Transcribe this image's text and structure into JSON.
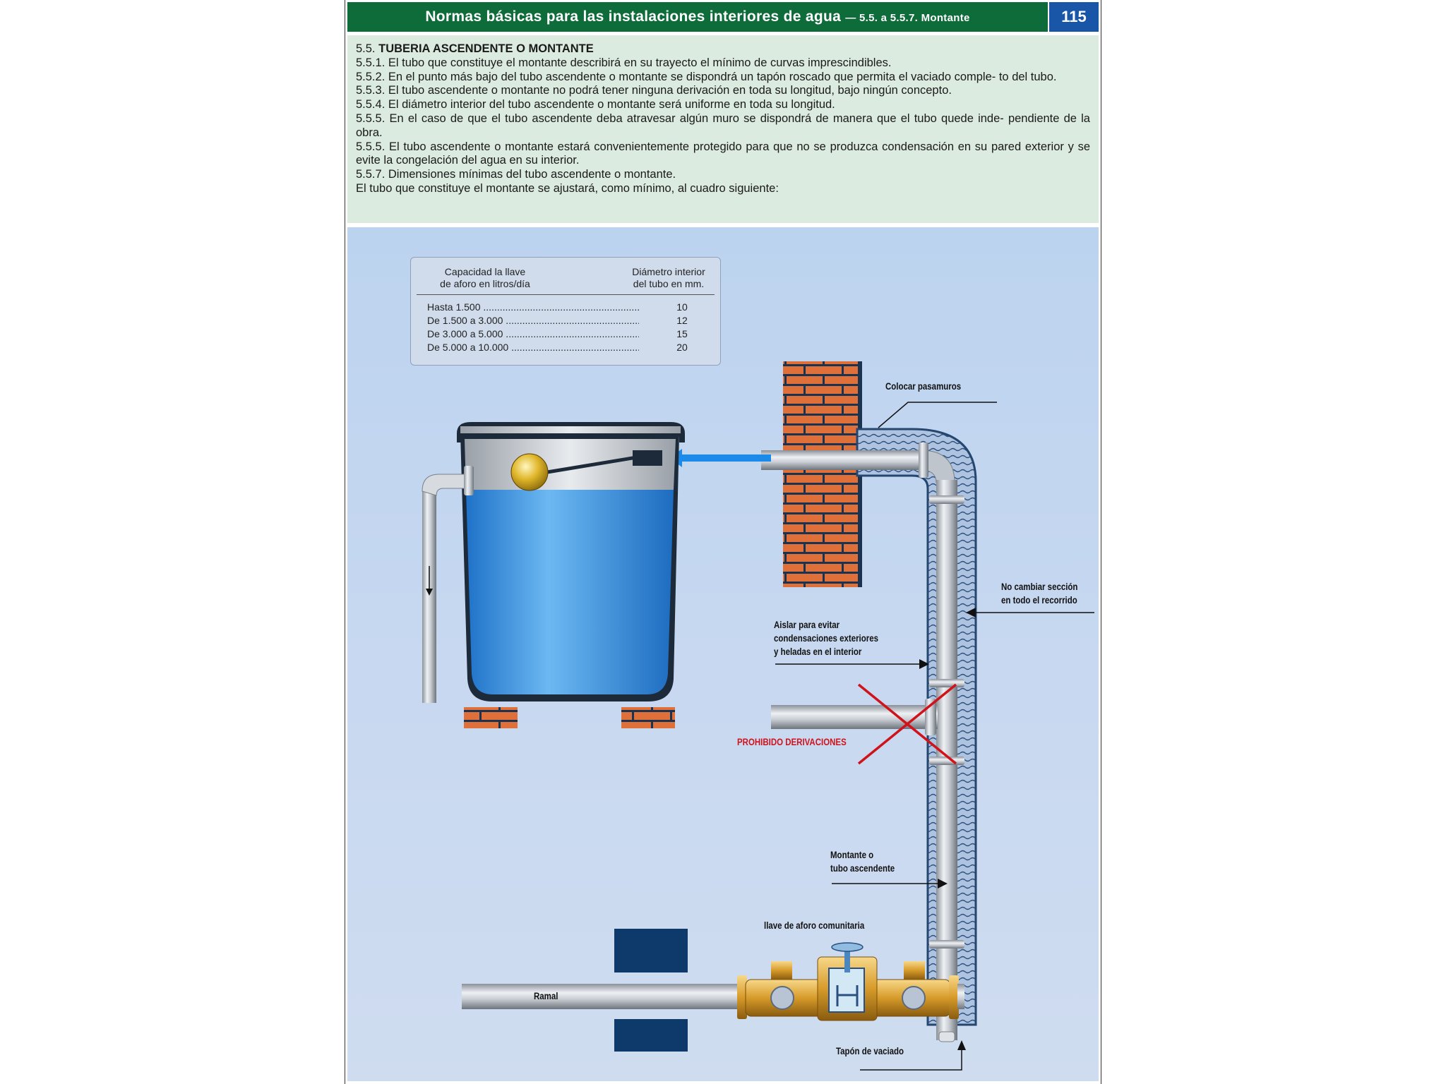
{
  "header": {
    "title": "Normas básicas para las instalaciones interiores de agua",
    "subtitle": "— 5.5. a 5.5.7. Montante",
    "page_number": "115",
    "colors": {
      "header_bg": "#0e6b3a",
      "page_num_bg": "#1a56a8"
    }
  },
  "text": {
    "heading_num": "5.5.",
    "heading": "TUBERIA ASCENDENTE O MONTANTE",
    "paragraphs": [
      "5.5.1. El tubo que constituye el montante describirá en su trayecto el mínimo de curvas imprescindibles.",
      "5.5.2. En el punto más bajo del tubo ascendente o montante se dispondrá un tapón roscado que permita el vaciado comple- to del tubo.",
      "5.5.3. El tubo ascendente o montante no podrá tener ninguna derivación en toda su longitud, bajo ningún concepto.",
      "5.5.4. El diámetro interior del tubo ascendente o montante será uniforme en toda su longitud.",
      "5.5.5. En el caso de que el tubo ascendente deba atravesar algún muro se dispondrá de manera que el tubo quede inde- pendiente de la obra.",
      "5.5.5. El tubo ascendente o montante estará convenientemente protegido para que no se produzca condensación en su pared exterior y se evite la congelación del agua en su interior.",
      "5.5.7. Dimensiones mínimas del tubo ascendente o montante.",
      "El tubo que constituye el montante se ajustará, como mínimo, al cuadro siguiente:"
    ]
  },
  "table": {
    "col1_header_line1": "Capacidad la llave",
    "col1_header_line2": "de aforo en litros/día",
    "col2_header_line1": "Diámetro interior",
    "col2_header_line2": "del tubo en mm.",
    "rows": [
      {
        "range": "Hasta 1.500",
        "diameter": "10"
      },
      {
        "range": "De 1.500 a 3.000",
        "diameter": "12"
      },
      {
        "range": "De 3.000 a 5.000",
        "diameter": "15"
      },
      {
        "range": "De 5.000 a 10.000",
        "diameter": "20"
      }
    ]
  },
  "labels": {
    "pasamuros": "Colocar pasamuros",
    "no_cambiar_1": "No cambiar sección",
    "no_cambiar_2": "en todo el recorrido",
    "aislar_1": "Aislar para evitar",
    "aislar_2": "condensaciones exteriores",
    "aislar_3": "y heladas en el interior",
    "prohibido": "PROHIBIDO DERIVACIONES",
    "montante_1": "Montante o",
    "montante_2": "tubo ascendente",
    "llave": "llave de aforo comunitaria",
    "ramal": "Ramal",
    "tapon": "Tapón de vaciado"
  },
  "colors": {
    "diagram_bg": "#c4d7f0",
    "text_bg": "#dcebdf",
    "prohibido": "#d0121b",
    "water": "#2f8fe0",
    "brick": "#e0703a",
    "flow_arrow": "#1c8ae8",
    "wall_block": "#0d3a6b"
  }
}
